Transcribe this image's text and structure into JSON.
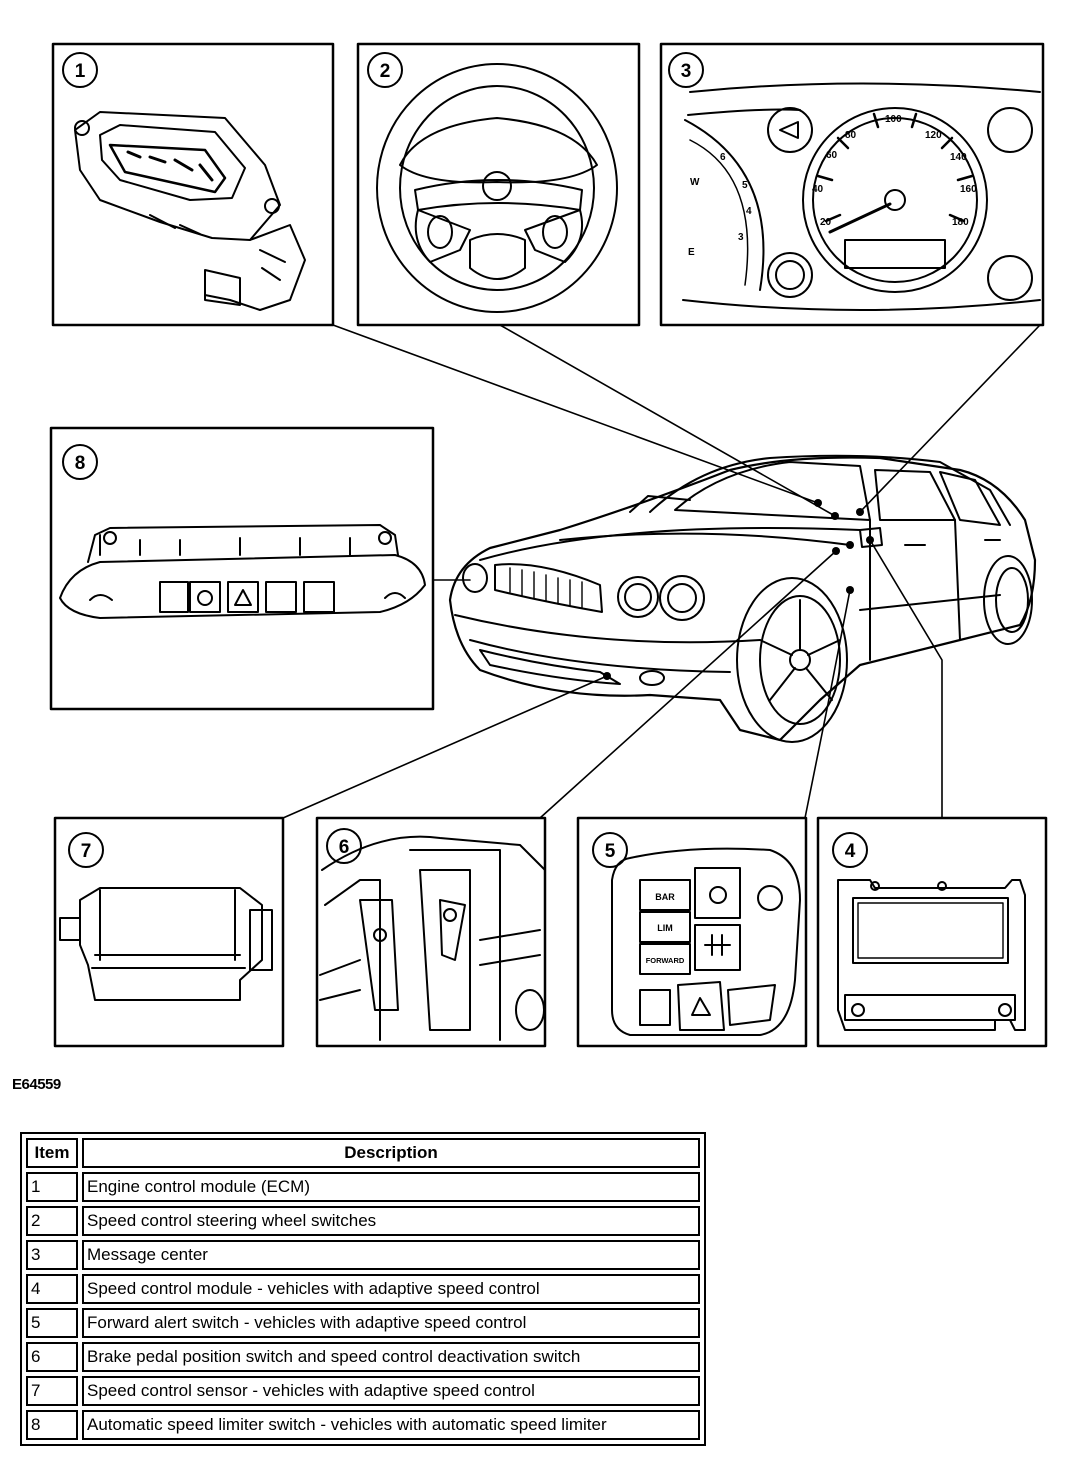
{
  "figure_id": "E64559",
  "callouts": [
    "1",
    "2",
    "3",
    "4",
    "5",
    "6",
    "7",
    "8"
  ],
  "panel_labels": {
    "cluster_left": "4",
    "cluster_right": "BAR",
    "limiter": "LIM",
    "forward": "FORWARD"
  },
  "legend": {
    "header_item": "Item",
    "header_description": "Description",
    "rows": [
      {
        "item": "1",
        "description": "Engine control module (ECM)"
      },
      {
        "item": "2",
        "description": "Speed control steering wheel switches"
      },
      {
        "item": "3",
        "description": "Message center"
      },
      {
        "item": "4",
        "description": "Speed control module - vehicles with adaptive speed control"
      },
      {
        "item": "5",
        "description": "Forward alert switch - vehicles with adaptive speed control"
      },
      {
        "item": "6",
        "description": "Brake pedal position switch and speed control deactivation switch"
      },
      {
        "item": "7",
        "description": "Speed control sensor - vehicles with adaptive speed control"
      },
      {
        "item": "8",
        "description": "Automatic speed limiter switch - vehicles with automatic speed limiter"
      }
    ]
  }
}
